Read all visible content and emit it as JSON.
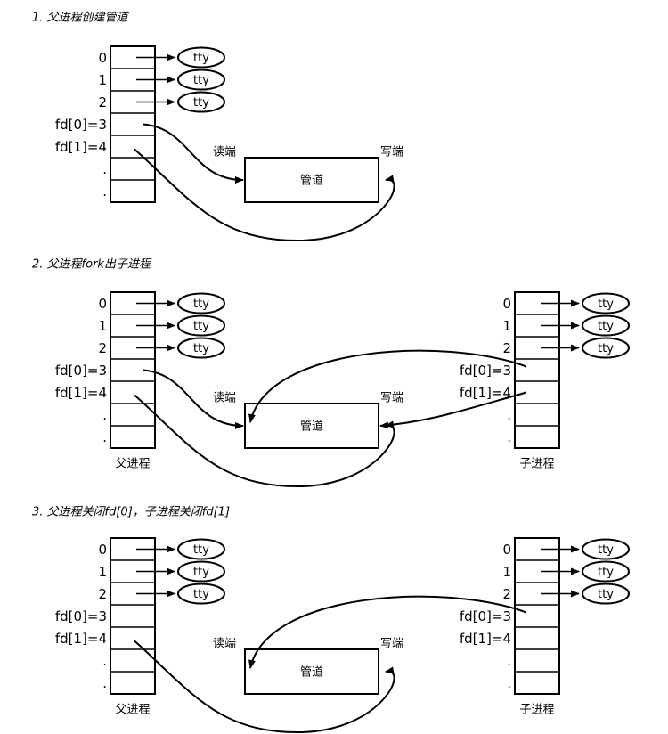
{
  "steps": [
    {
      "caption": "1. 父进程创建管道",
      "parent": {
        "label": "",
        "entries": [
          "0",
          "1",
          "2",
          "fd[0]=3",
          "fd[1]=4",
          ".",
          "."
        ]
      },
      "child": null,
      "pipe": {
        "label": "管道",
        "read_end": "读端",
        "write_end": "写端"
      },
      "tty": "tty"
    },
    {
      "caption": "2. 父进程fork出子进程",
      "parent": {
        "label": "父进程",
        "entries": [
          "0",
          "1",
          "2",
          "fd[0]=3",
          "fd[1]=4",
          ".",
          "."
        ]
      },
      "child": {
        "label": "子进程",
        "entries": [
          "0",
          "1",
          "2",
          "fd[0]=3",
          "fd[1]=4",
          ".",
          "."
        ]
      },
      "pipe": {
        "label": "管道",
        "read_end": "读端",
        "write_end": "写端"
      },
      "tty": "tty"
    },
    {
      "caption": "3. 父进程关闭fd[0]，子进程关闭fd[1]",
      "parent": {
        "label": "父进程",
        "entries": [
          "0",
          "1",
          "2",
          "fd[0]=3",
          "fd[1]=4",
          ".",
          "."
        ]
      },
      "child": {
        "label": "子进程",
        "entries": [
          "0",
          "1",
          "2",
          "fd[0]=3",
          "fd[1]=4",
          ".",
          "."
        ]
      },
      "pipe": {
        "label": "管道",
        "read_end": "读端",
        "write_end": "写端"
      },
      "tty": "tty"
    }
  ]
}
